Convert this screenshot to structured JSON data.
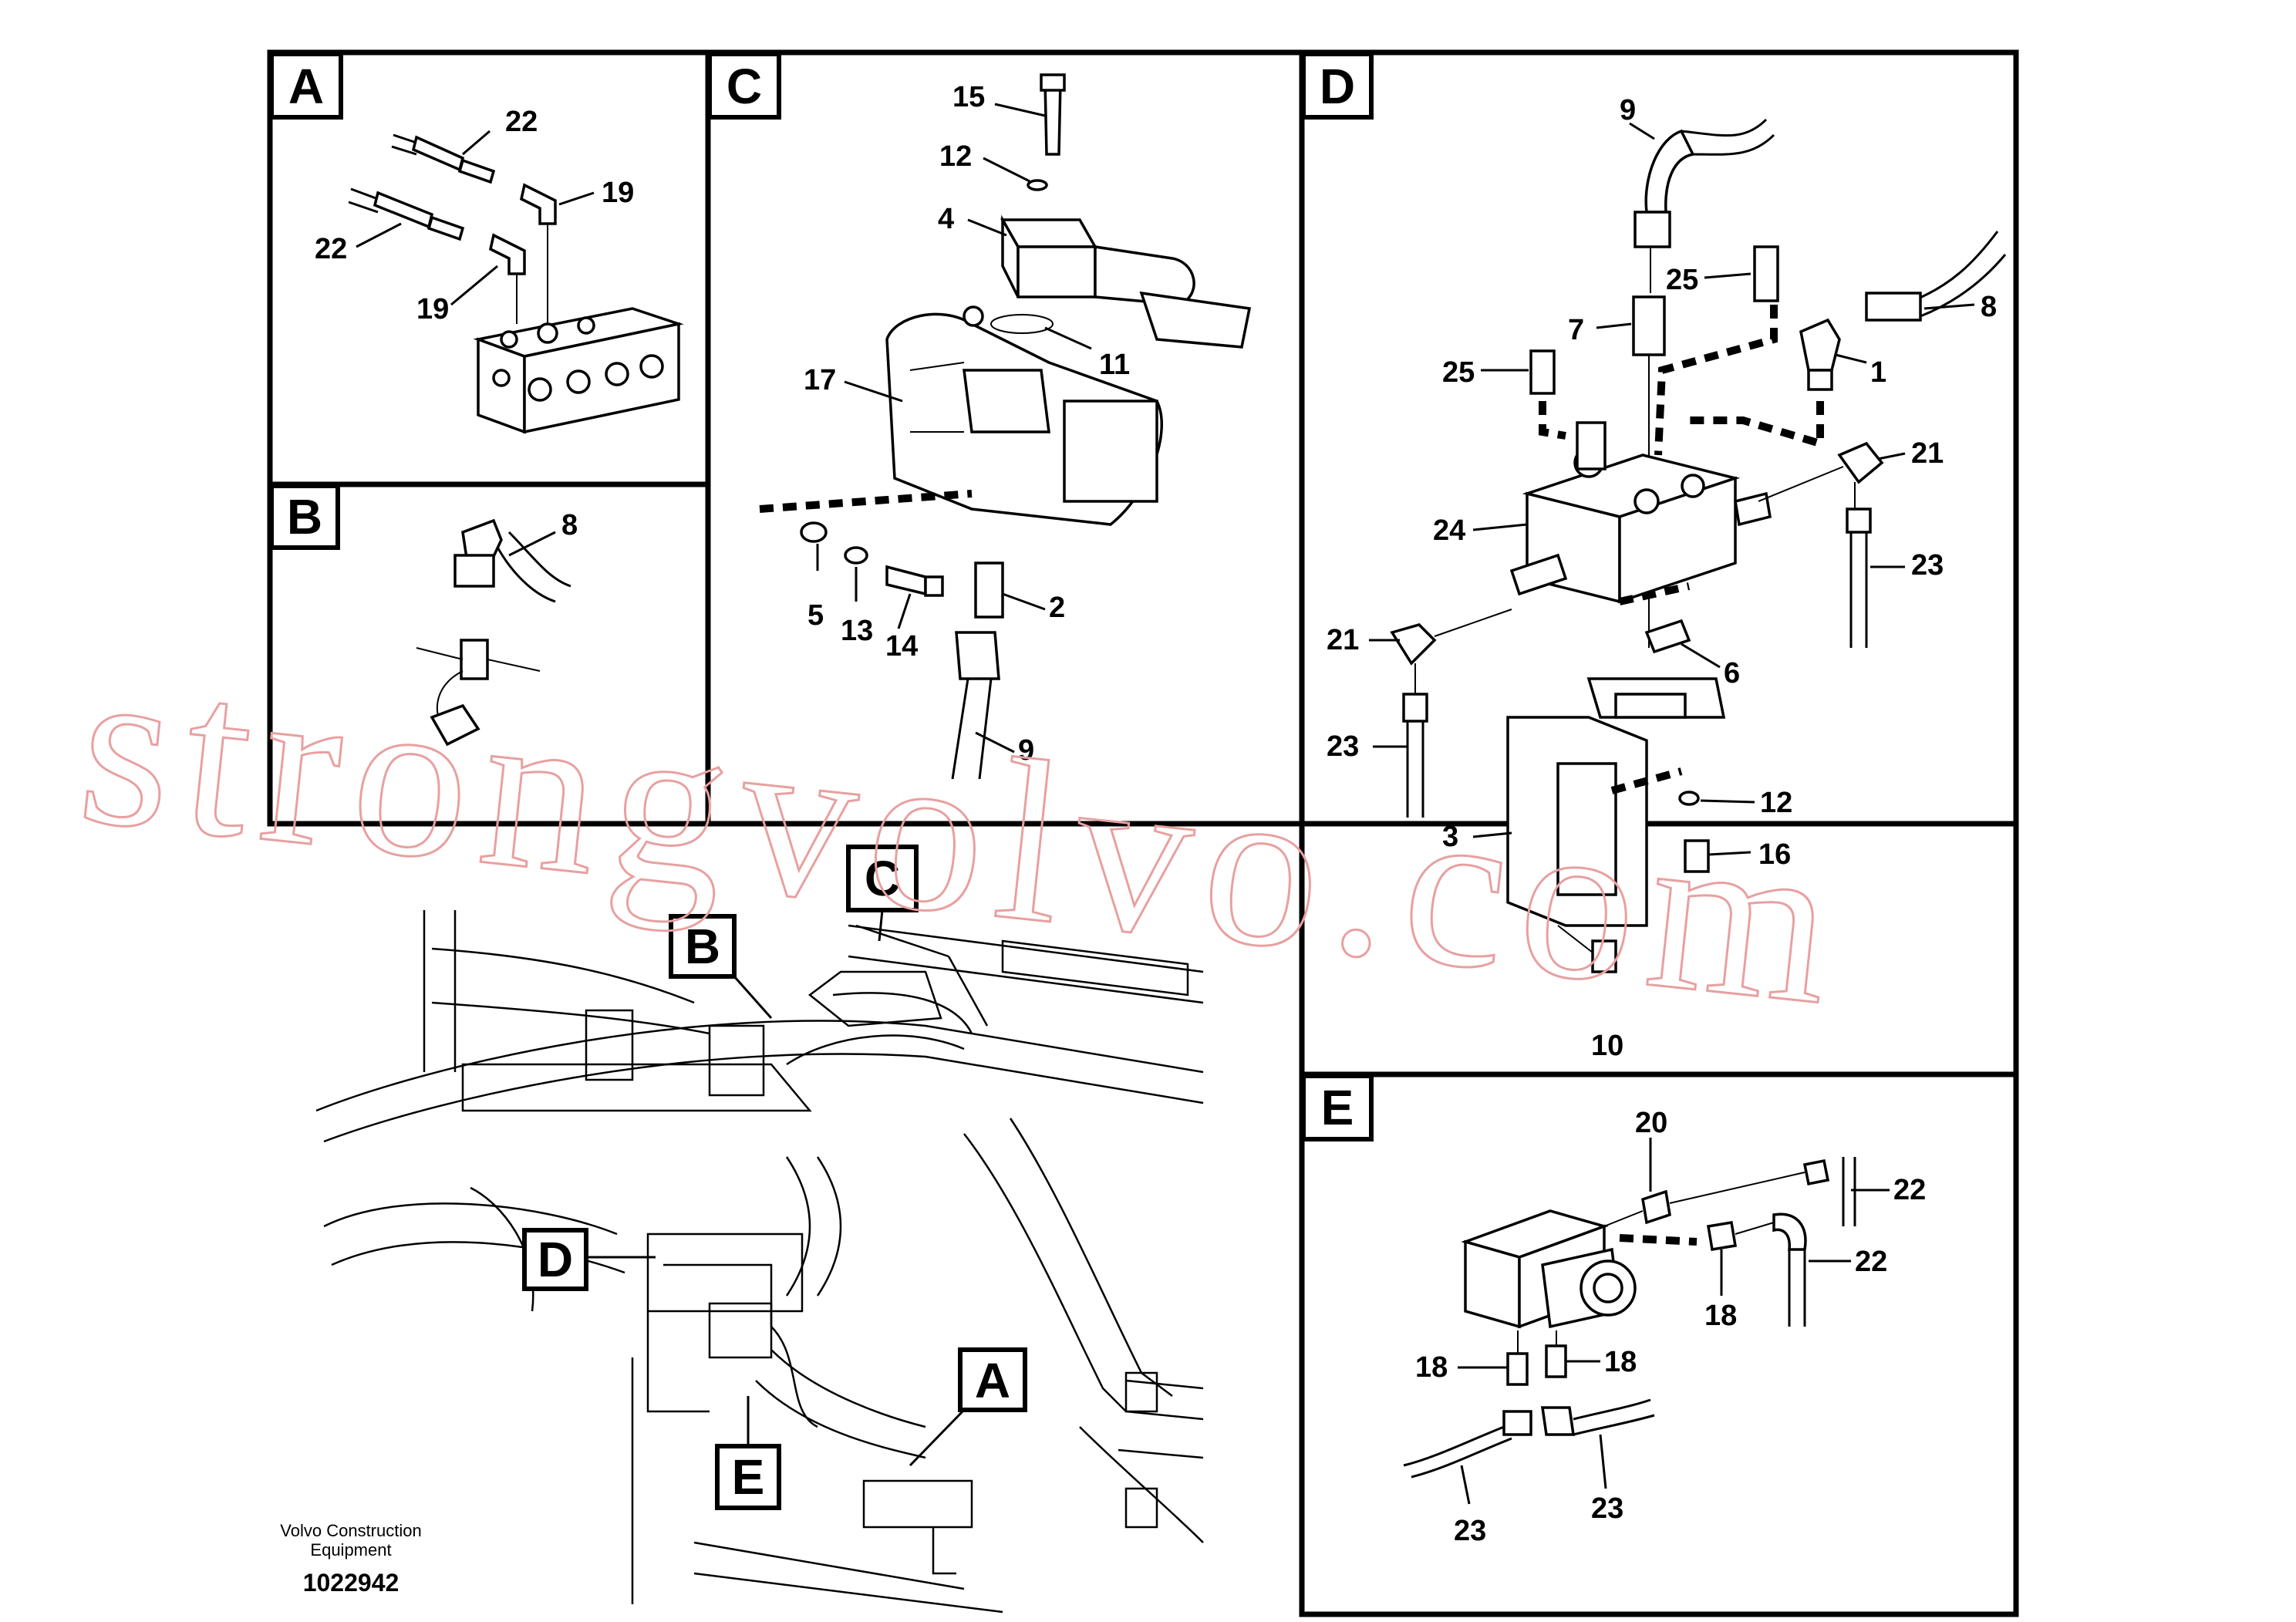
{
  "panels": {
    "A": {
      "letter": "A",
      "callouts": [
        "22",
        "19",
        "22",
        "19"
      ]
    },
    "B": {
      "letter": "B",
      "callouts": [
        "8"
      ]
    },
    "C": {
      "letter": "C",
      "callouts": [
        "15",
        "12",
        "4",
        "11",
        "17",
        "5",
        "13",
        "14",
        "2",
        "9"
      ]
    },
    "D": {
      "letter": "D",
      "callouts": [
        "9",
        "25",
        "7",
        "25",
        "8",
        "1",
        "21",
        "24",
        "23",
        "21",
        "6",
        "23",
        "12",
        "3",
        "16",
        "10"
      ]
    },
    "E": {
      "letter": "E",
      "callouts": [
        "20",
        "22",
        "22",
        "18",
        "18",
        "18",
        "23",
        "23"
      ]
    }
  },
  "overview_labels": [
    "C",
    "B",
    "D",
    "A",
    "E"
  ],
  "footer": {
    "credit_line1": "Volvo Construction",
    "credit_line2": "Equipment",
    "drawing_number": "1022942"
  },
  "watermark": "strongvolvo.com"
}
